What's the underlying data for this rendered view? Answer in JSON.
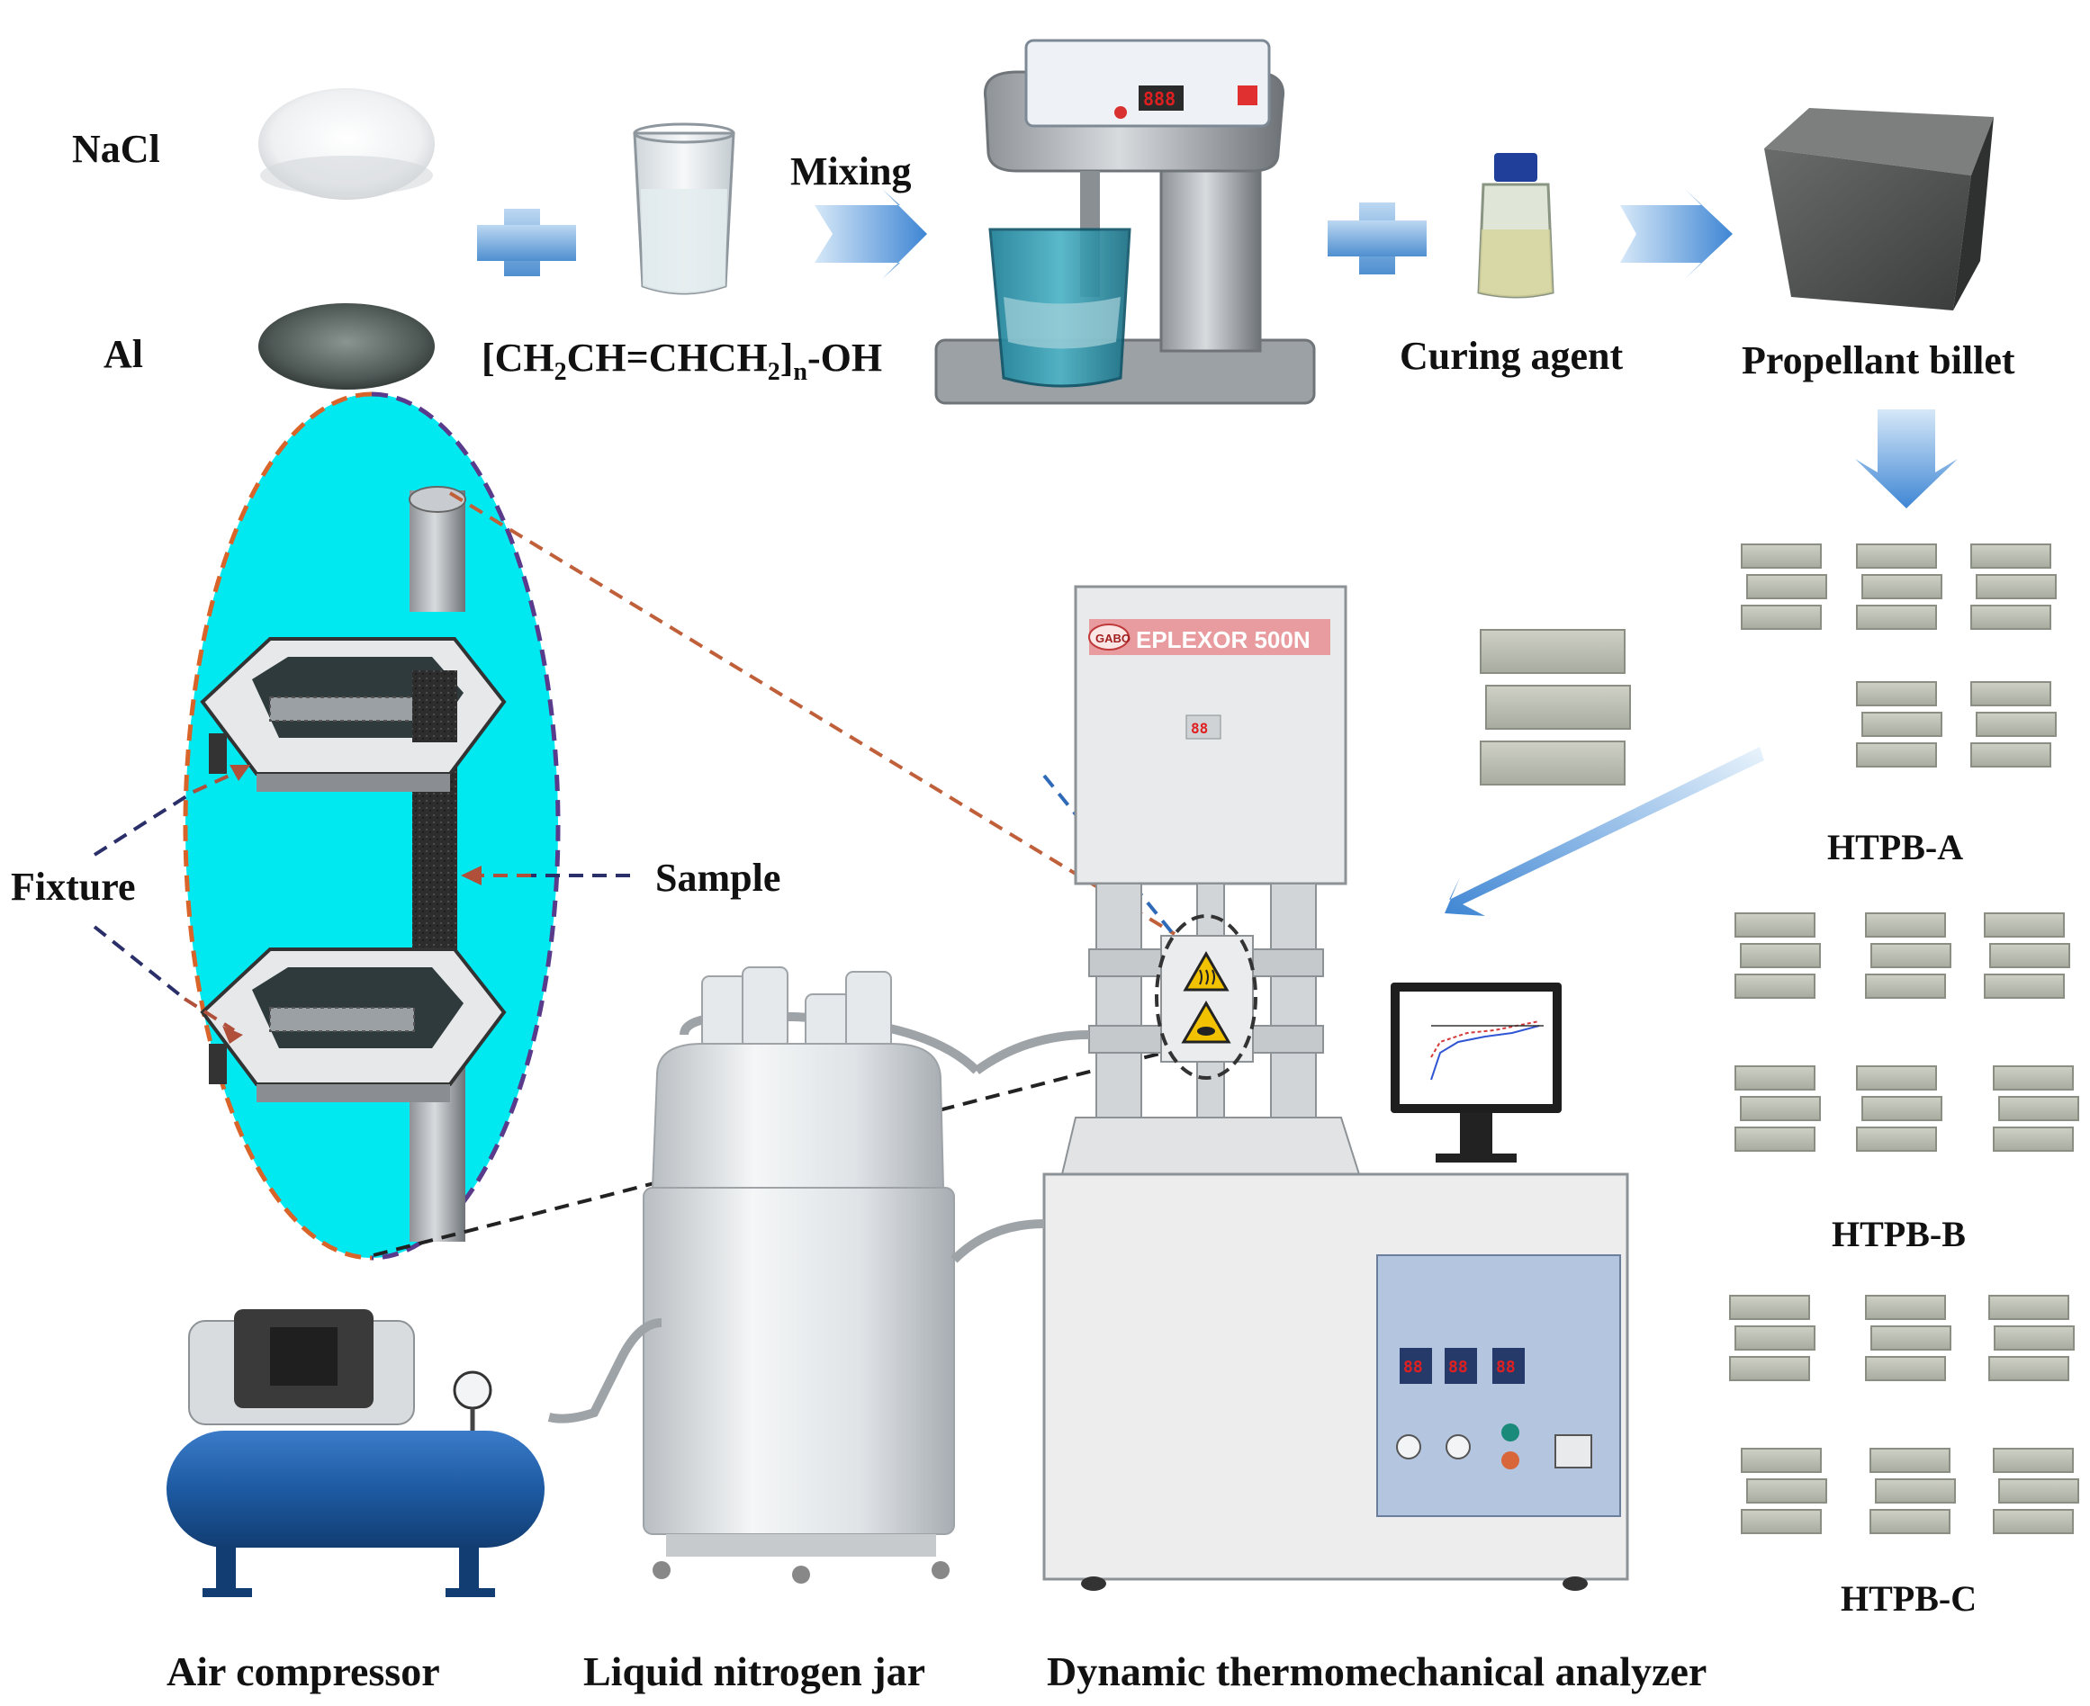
{
  "materials": {
    "nacl": "NaCl",
    "al": "Al",
    "binder_main": "[CH",
    "binder_sub1": "2",
    "binder_mid": "CH=CHCH",
    "binder_sub2": "2",
    "binder_close": "]",
    "binder_n": "n",
    "binder_end": "-OH"
  },
  "steps": {
    "mixing": "Mixing",
    "curing_agent": "Curing agent",
    "propellant_billet": "Propellant billet"
  },
  "fixture": {
    "fixture": "Fixture",
    "sample": "Sample"
  },
  "samples": {
    "group_a": "HTPB-A",
    "group_b": "HTPB-B",
    "group_c": "HTPB-C"
  },
  "equipment": {
    "air_compressor": "Air compressor",
    "nitrogen_jar": "Liquid nitrogen jar",
    "analyzer": "Dynamic thermomechanical analyzer"
  },
  "dma_panel": {
    "brand": "GABO",
    "model": "EPLEXOR  500N",
    "display": "88",
    "small_display": "88"
  },
  "mixer_display": "888",
  "colors": {
    "arrow_blue": "#4a90d9",
    "plus_blue": "#5b9bd5",
    "ellipse_bg": "#00e8f0",
    "dashed_orange": "#d9642a",
    "dashed_purple": "#5a3a8a",
    "compressor_blue": "#1e5fa8",
    "panel_blue": "#b4c6df"
  },
  "icons": [
    "plus-icon",
    "arrow-right-icon",
    "arrow-down-icon",
    "heat-warning-icon",
    "hand-warning-icon",
    "gauge-icon"
  ]
}
